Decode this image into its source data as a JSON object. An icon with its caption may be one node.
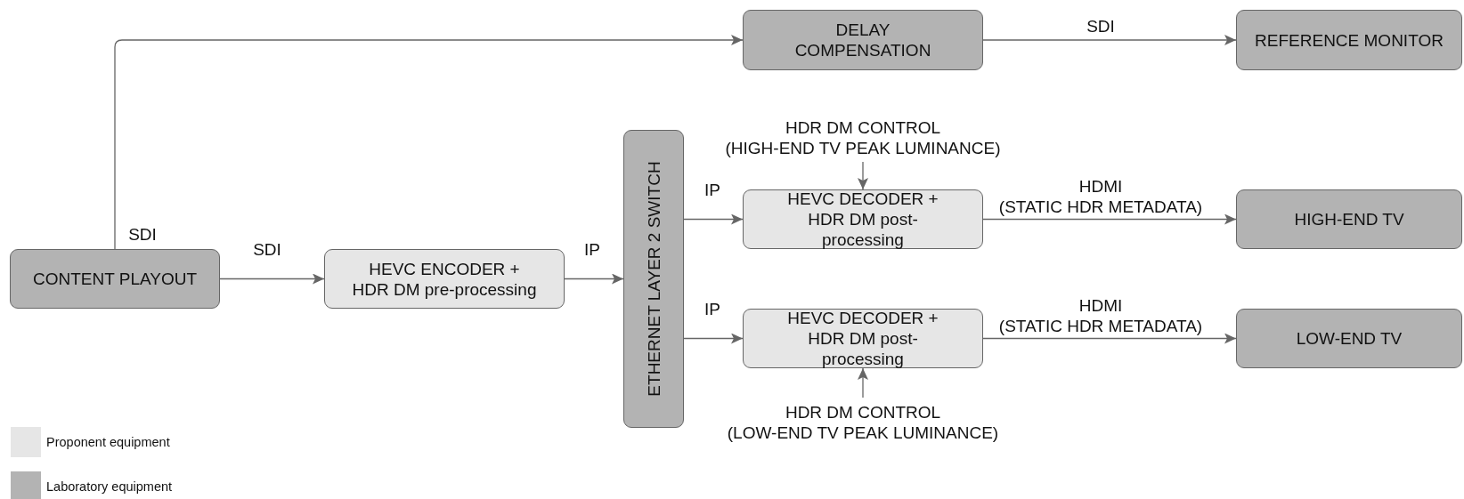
{
  "diagram": {
    "nodes": [
      {
        "text": [
          "CONTENT PLAYOUT"
        ]
      },
      {
        "text": [
          "HEVC ENCODER + HDR DM pre-processing"
        ]
      },
      {
        "text": [
          "ETHERNET LAYER 2 SWITCH"
        ]
      },
      {
        "text": [
          "DELAY COMPENSATION"
        ]
      },
      {
        "text": [
          "REFERENCE MONITOR"
        ]
      },
      {
        "text": [
          "HDR DM CONTROL (HIGH-END TV PEAK LUMINANCE)"
        ]
      },
      {
        "text": [
          "HEVC DECODER + HDR DM post-processing"
        ]
      },
      {
        "text": [
          "HIGH-END TV"
        ]
      },
      {
        "text": [
          "HEVC DECODER + HDR DM post-processing"
        ]
      },
      {
        "text": [
          "LOW-END TV"
        ]
      },
      {
        "text": [
          "HDR DM CONTROL (LOW-END TV PEAK LUMINANCE)"
        ]
      }
    ],
    "edges": [
      {
        "from": 0,
        "to": 3,
        "arrow": "to",
        "label": "SDI"
      },
      {
        "from": 0,
        "to": 1,
        "arrow": "to",
        "label": "SDI"
      },
      {
        "from": 1,
        "to": 2,
        "arrow": "to",
        "label": "IP"
      },
      {
        "from": 2,
        "to": 6,
        "arrow": "to",
        "label": "IP"
      },
      {
        "from": 2,
        "to": 8,
        "arrow": "to",
        "label": "IP"
      },
      {
        "from": 3,
        "to": 4,
        "arrow": "to",
        "label": "SDI"
      },
      {
        "from": 5,
        "to": 6,
        "arrow": "to"
      },
      {
        "from": 6,
        "to": 7,
        "arrow": "to",
        "label": "HDMI (STATIC HDR METADATA)"
      },
      {
        "from": 10,
        "to": 8,
        "arrow": "to"
      },
      {
        "from": 8,
        "to": 9,
        "arrow": "to",
        "label": "HDMI (STATIC HDR METADATA)"
      }
    ],
    "legend": [
      {
        "text": "Proponent equipment",
        "color": "#e6e6e6"
      },
      {
        "text": "Laboratory equipment",
        "color": "#b3b3b3"
      }
    ]
  }
}
